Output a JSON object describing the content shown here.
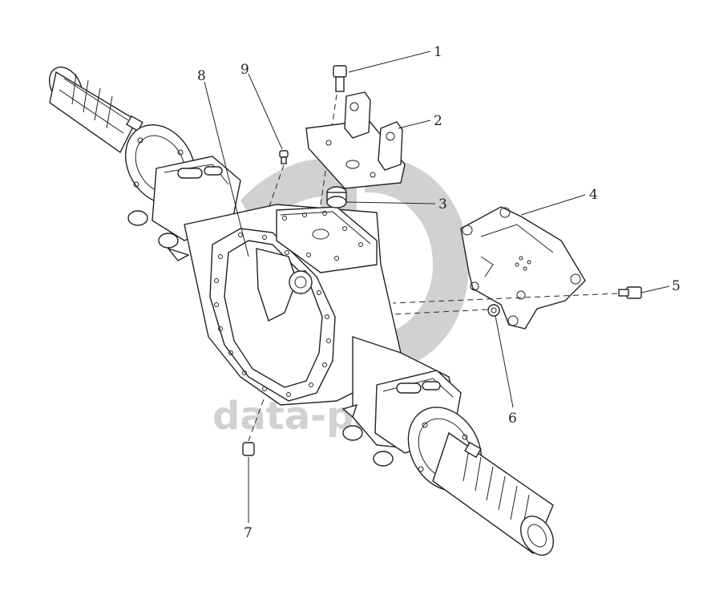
{
  "diagram": {
    "callouts": [
      {
        "id": "1",
        "label": "1"
      },
      {
        "id": "2",
        "label": "2"
      },
      {
        "id": "3",
        "label": "3"
      },
      {
        "id": "4",
        "label": "4"
      },
      {
        "id": "5",
        "label": "5"
      },
      {
        "id": "6",
        "label": "6"
      },
      {
        "id": "7",
        "label": "7"
      },
      {
        "id": "8",
        "label": "8"
      },
      {
        "id": "9",
        "label": "9"
      }
    ]
  },
  "watermark": {
    "text": "data-parts"
  }
}
